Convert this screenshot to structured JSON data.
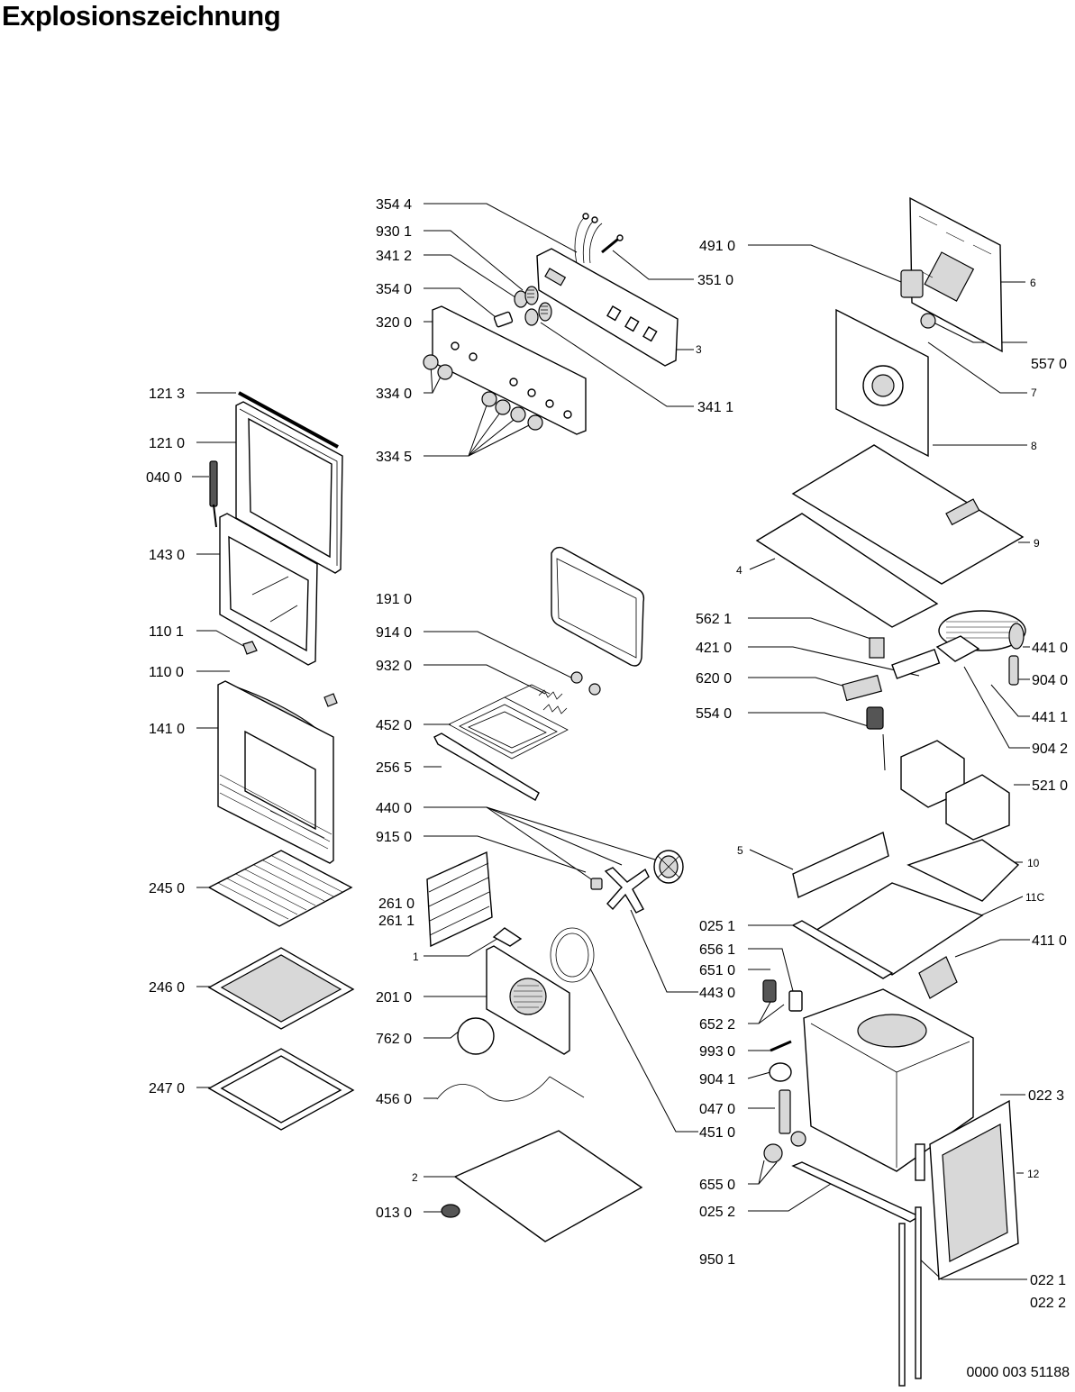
{
  "title": "Explosionszeichnung",
  "document_number": "0000 003 51188",
  "labels": {
    "l3544": "354 4",
    "l9301": "930 1",
    "l3412": "341 2",
    "l3540": "354 0",
    "l3200": "320 0",
    "l3340": "334 0",
    "l3345": "334 5",
    "l3510": "351 0",
    "l3": "3",
    "l3411": "341 1",
    "l4910": "491 0",
    "l6": "6",
    "l5570": "557 0",
    "l7": "7",
    "l8": "8",
    "l9": "9",
    "l4": "4",
    "l1213": "121 3",
    "l1210": "121 0",
    "l0400": "040 0",
    "l1430": "143 0",
    "l1101": "110 1",
    "l1100": "110 0",
    "l1410": "141 0",
    "l2450": "245 0",
    "l2460": "246 0",
    "l2470": "247 0",
    "l1910": "191 0",
    "l9140": "914 0",
    "l9320": "932 0",
    "l4520": "452 0",
    "l2565": "256 5",
    "l4400": "440 0",
    "l9150": "915 0",
    "l2610": "261 0",
    "l2611": "261 1",
    "l1": "1",
    "l2010": "201 0",
    "l7620": "762 0",
    "l4560": "456 0",
    "l2": "2",
    "l0130": "013 0",
    "l4430": "443 0",
    "l4510": "451 0",
    "l5621": "562 1",
    "l4210": "421 0",
    "l6200": "620 0",
    "l5540": "554 0",
    "l4410": "441 0",
    "l9040": "904 0",
    "l4411": "441 1",
    "l9042": "904 2",
    "l5210": "521 0",
    "l5": "5",
    "l10": "10",
    "l11c": "11C",
    "l0251": "025 1",
    "l4110": "411 0",
    "l6561": "656 1",
    "l6510": "651 0",
    "l6522": "652 2",
    "l9930": "993 0",
    "l9041": "904 1",
    "l0470": "047 0",
    "l0223": "022 3",
    "l6550": "655 0",
    "l12": "12",
    "l0252": "025 2",
    "l9501": "950 1",
    "l0221": "022 1",
    "l0222": "022 2"
  }
}
